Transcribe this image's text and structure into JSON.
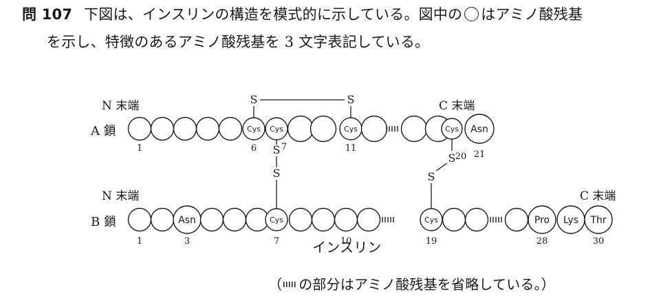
{
  "question": {
    "number": "問 107",
    "line1_a": "下図は、インスリンの構造を模式的に示している。図中の",
    "line1_b": "はアミノ酸残基",
    "line2": "を示し、特徴のあるアミノ酸残基を 3 文字表記している。"
  },
  "diagram": {
    "chain_a": {
      "label": "A 鎖",
      "n_terminus": "N 末端",
      "c_terminus": "C 末端",
      "residues": [
        {
          "text": ""
        },
        {
          "text": ""
        },
        {
          "text": ""
        },
        {
          "text": ""
        },
        {
          "text": ""
        },
        {
          "text": "Cys"
        },
        {
          "text": "Cys"
        },
        {
          "text": ""
        },
        {
          "text": ""
        },
        {
          "text": ""
        },
        {
          "text": "Cys"
        },
        {
          "text": ""
        },
        {
          "text": ""
        },
        {
          "text": ""
        },
        {
          "text": "Cys"
        },
        {
          "text": "Asn"
        }
      ],
      "numbers": [
        "1",
        "6",
        "7",
        "11",
        "20",
        "21"
      ]
    },
    "chain_b": {
      "label": "B 鎖",
      "n_terminus": "N 末端",
      "c_terminus": "C 末端",
      "residues": [
        {
          "text": ""
        },
        {
          "text": ""
        },
        {
          "text": "Asn"
        },
        {
          "text": ""
        },
        {
          "text": ""
        },
        {
          "text": ""
        },
        {
          "text": "Cys"
        },
        {
          "text": ""
        },
        {
          "text": ""
        },
        {
          "text": ""
        },
        {
          "text": ""
        },
        {
          "text": "Cys"
        },
        {
          "text": ""
        },
        {
          "text": ""
        },
        {
          "text": ""
        },
        {
          "text": "Pro"
        },
        {
          "text": "Lys"
        },
        {
          "text": "Thr"
        }
      ],
      "numbers": [
        "1",
        "3",
        "7",
        "10",
        "19",
        "28",
        "30"
      ]
    },
    "sulfur": "S",
    "title": "インスリン",
    "note_a": "（",
    "note_b": "の部分はアミノ酸残基を省略している。）"
  }
}
